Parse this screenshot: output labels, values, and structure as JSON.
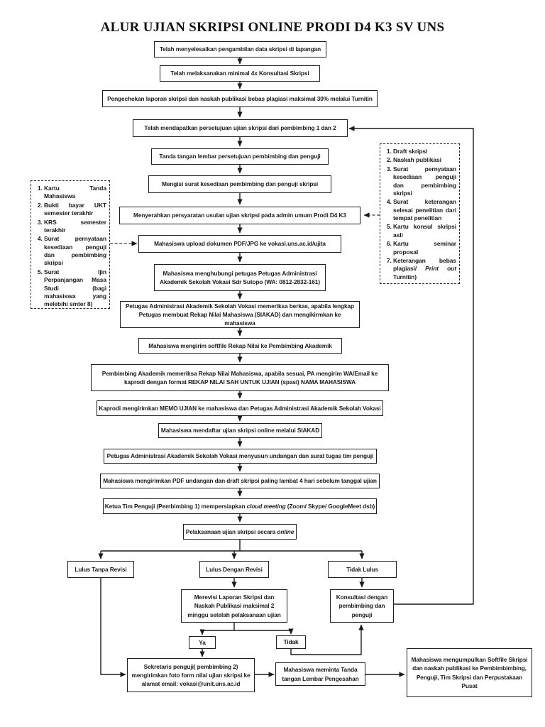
{
  "title": "ALUR UJIAN SKRIPSI ONLINE PRODI D4 K3 SV UNS",
  "flow_steps": [
    "Telah menyelesaikan pengambilan data skripsi di lapangan",
    "Telah melaksanakan minimal 4x Konsultasi Skripsi",
    "Pengechekan laporan skripsi dan naskah publikasi bebas plagiasi maksimal 30% melalui Turnitin",
    "Telah mendapatkan persetujuan ujian skripsi dari pembimbing 1 dan 2",
    "Tanda tangan lembar persetujuan pembimbing dan penguji",
    "Mengisi surat kesediaan pembimbing dan penguji skripsi",
    "Menyerahkan persyaratan usulan ujian skripsi pada admin umum Prodi D4 K3",
    "Mahasiswa upload dokumen PDF/JPG ke vokasi.uns.ac.id/ujita",
    "Mahasiswa menghubungi petugas Petugas Administrasi Akademik Sekolah Vokasi Sdr Sutopo (WA: 0812-2832-161)",
    "Petugas Administrasi Akademik Sekolah Vokasi memeriksa berkas, apabila lengkap Petugas membuat Rekap Nilai Mahasiswa (SIAKAD) dan mengikirmkan ke mahasiswa",
    "Mahasiswa mengirim softfile Rekap Nilai ke Pembimbing Akademik",
    "Pembimbing Akademik memeriksa Rekap Nilai Mahasiswa, apabila sesuai, PA mengirim WA/Email ke kaprodi dengan format REKAP NILAI SAH UNTUK UJIAN (spasi) NAMA MAHASISWA",
    "Kaprodi mengirimkan MEMO UJIAN ke mahasiswa dan Petugas Administrasi Akademik Sekolah Vokasi",
    "Mahasiswa mendaftar ujian skripsi online melalui SIAKAD",
    "Petugas Administrasi Akademik Sekolah Vokasi menyusun undangan dan surat tugas tim penguji",
    "Mahasiswa mengirimkan PDF undangan dan draft skripsi paling lambat 4 hari sebelum tanggal ujian"
  ],
  "step_cloud": {
    "prefix": "Ketua Tim Penguji (Pembimbing 1) mempersiapkan ",
    "italic": "cloud meeting",
    "suffix": " (Zoom/ Skype/ GoogleMeet dsb)"
  },
  "step_online": {
    "prefix": "Pelaksanaan ujian skripsi secara ",
    "italic": "online"
  },
  "branches": {
    "lulus_tanpa": "Lulus Tanpa Revisi",
    "lulus_dengan": "Lulus Dengan Revisi",
    "tidak_lulus": "Tidak Lulus",
    "merevisi": "Merevisi Laporan Skripsi dan Naskah Publikasi maksimal 2 minggu setelah pelaksanaan ujian",
    "konsultasi": "Konsultasi dengan pembimbing dan penguji",
    "ya": "Ya",
    "tidak": "Tidak",
    "sekretaris": "Sekretaris penguji( pembimbing 2) mengirimkan foto form nilai ujian skripsi ke alamat email: vokasi@unit.uns.ac.id",
    "meminta": "Mahasiswa meminta Tanda tangan Lembar Pengesahan",
    "mengumpulkan": "Mahasiswa mengumpulkan Softfile Skripsi dan naskah publikasi ke Pembimbimbing, Penguji, Tim Skripsi dan Perpustakaan Pusat"
  },
  "left_checklist": [
    "Kartu Tanda Mahasiswa",
    "Bukti bayar UKT semester terakhir",
    "KRS semester terakhir",
    "Surat pernyataan kesediaan penguji dan pembimbing skripsi",
    "Surat Ijin Perpanjangan Masa Studi (bagi mahasiswa yang melebihi smter 8)"
  ],
  "right_checklist": [
    "Draft skripsi",
    "Naskah publikasi",
    "Surat pernyataan kesediaan penguji dan pembimbing skripsi",
    "Surat keterangan selesai penelitian dari tempat penelitian",
    "Kartu konsul skripsi asli",
    "Kartu seminar proposal"
  ],
  "right_checklist_item7": {
    "prefix": "Keterangan bebas plagiasi/ ",
    "italic": "Print out",
    "suffix": " Turnitin)"
  },
  "colors": {
    "ink": "#1a1a1a",
    "background": "#ffffff"
  }
}
